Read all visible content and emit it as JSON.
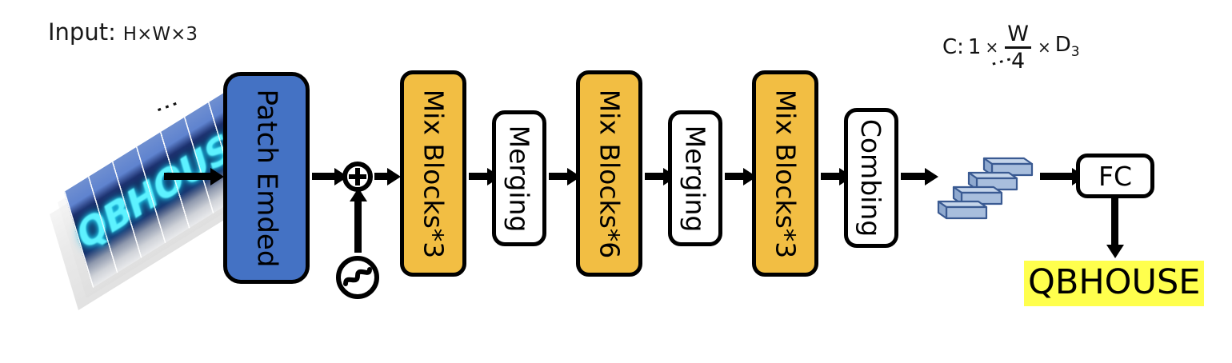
{
  "diagram": {
    "title": "Text recognition transformer pipeline",
    "input": {
      "label_main": "Input:",
      "label_dims": "H×W×3",
      "image_text": "QBHOUSE",
      "vertical_dots": "⋮"
    },
    "blocks": [
      {
        "id": "patch-embed",
        "label": "Patch Emded",
        "color": "#4472c4",
        "orientation": "vertical"
      },
      {
        "id": "mix-blocks-1",
        "label": "Mix Blocks*3",
        "color": "#f2be43",
        "orientation": "vertical"
      },
      {
        "id": "merging-1",
        "label": "Merging",
        "color": "#ffffff",
        "orientation": "vertical"
      },
      {
        "id": "mix-blocks-2",
        "label": "Mix Blocks*6",
        "color": "#f2be43",
        "orientation": "vertical"
      },
      {
        "id": "merging-2",
        "label": "Merging",
        "color": "#ffffff",
        "orientation": "vertical"
      },
      {
        "id": "mix-blocks-3",
        "label": "Mix Blocks*3",
        "color": "#f2be43",
        "orientation": "vertical"
      },
      {
        "id": "combing",
        "label": "Combing",
        "color": "#ffffff",
        "orientation": "vertical"
      },
      {
        "id": "fc",
        "label": "FC",
        "color": "#ffffff",
        "orientation": "horizontal"
      }
    ],
    "add_operator": "⊕",
    "positional_encoding": "sine-wave-circle",
    "feature_shape": {
      "prefix": "C:",
      "first_dim": "1",
      "times_1": "×",
      "numerator": "W",
      "denominator": "4",
      "times_2": "×",
      "last_dim": "D",
      "last_dim_sub": "3",
      "vertical_dots": "⋮"
    },
    "output": {
      "text": "QBHOUSE",
      "highlight_color": "#ffff4d"
    },
    "colors": {
      "blue_block": "#4472c4",
      "orange_block": "#f2be43",
      "slab_fill": "#a8bedd",
      "slab_stroke": "#3a5a92",
      "stroke": "#000000",
      "highlight": "#ffff4d",
      "sign_text": "#5df2ff"
    }
  }
}
